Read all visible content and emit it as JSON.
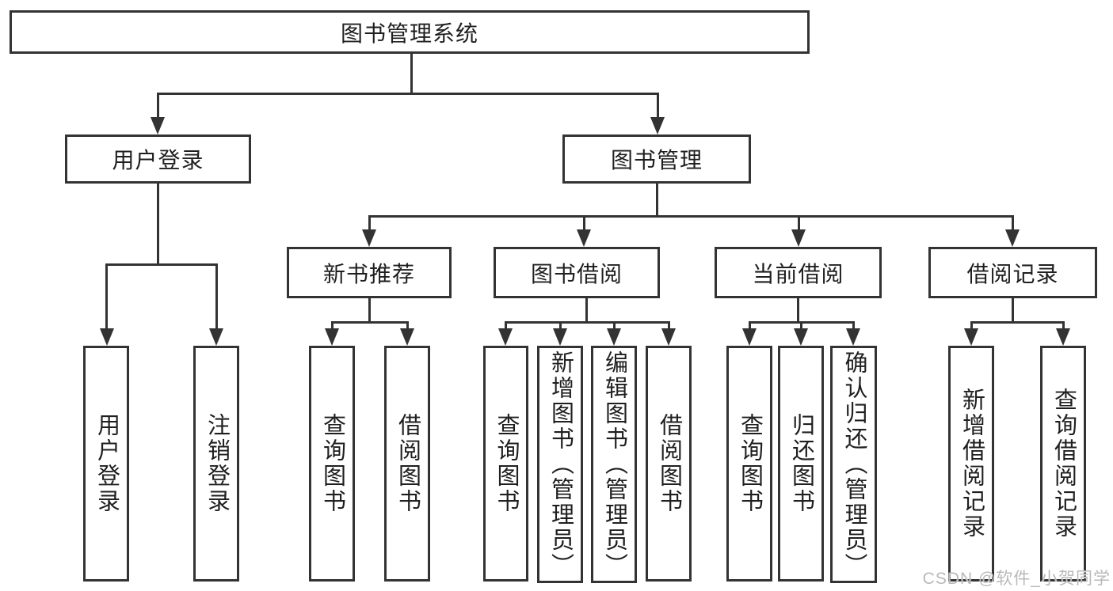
{
  "diagram_title": "图书管理系统",
  "colors": {
    "line": "#333333",
    "text": "#1f1f1f",
    "watermark": "#b9b9b9",
    "background": "#ffffff"
  },
  "tree": {
    "label": "图书管理系统",
    "children": [
      {
        "label": "用户登录",
        "children": [
          {
            "label": "用户登录"
          },
          {
            "label": "注销登录"
          }
        ]
      },
      {
        "label": "图书管理",
        "children": [
          {
            "label": "新书推荐",
            "children": [
              {
                "label": "查询图书"
              },
              {
                "label": "借阅图书"
              }
            ]
          },
          {
            "label": "图书借阅",
            "children": [
              {
                "label": "查询图书"
              },
              {
                "label": "新增图书（管理员）"
              },
              {
                "label": "编辑图书（管理员）"
              },
              {
                "label": "借阅图书"
              }
            ]
          },
          {
            "label": "当前借阅",
            "children": [
              {
                "label": "查询图书"
              },
              {
                "label": "归还图书"
              },
              {
                "label": "确认归还（管理员）"
              }
            ]
          },
          {
            "label": "借阅记录",
            "children": [
              {
                "label": "新增借阅记录"
              },
              {
                "label": "查询借阅记录"
              }
            ]
          }
        ]
      }
    ]
  },
  "watermark": {
    "text": "CSDN @软件_小贺同学"
  }
}
